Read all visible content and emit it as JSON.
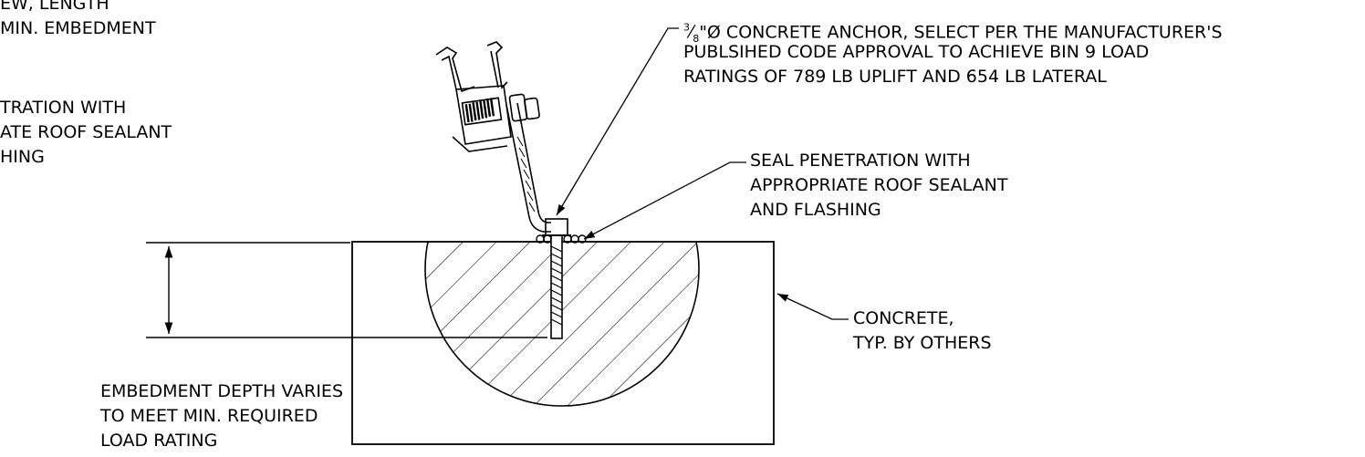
{
  "notes": {
    "screw_length": {
      "lines": [
        "EW, LENGTH",
        "MIN. EMBEDMENT"
      ]
    },
    "seal_left": {
      "lines": [
        "TRATION WITH",
        "ATE ROOF SEALANT",
        "HING"
      ]
    },
    "anchor": {
      "prefix_num": "3",
      "prefix_den": "8",
      "line1_rest": "\"Ø CONCRETE ANCHOR, SELECT PER THE MANUFACTURER'S",
      "line2": "PUBLSIHED CODE APPROVAL TO ACHIEVE BIN 9 LOAD",
      "line3": "RATINGS OF 789 LB UPLIFT AND 654 LB LATERAL"
    },
    "seal_right": {
      "lines": [
        "SEAL PENETRATION WITH",
        "APPROPRIATE ROOF SEALANT",
        "AND FLASHING"
      ]
    },
    "concrete": {
      "lines": [
        "CONCRETE,",
        "TYP. BY OTHERS"
      ]
    },
    "embedment": {
      "lines": [
        "EMBEDMENT DEPTH VARIES",
        "TO MEET MIN. REQUIRED",
        "LOAD RATING"
      ]
    }
  },
  "colors": {
    "line": "#000000",
    "background": "#ffffff"
  }
}
